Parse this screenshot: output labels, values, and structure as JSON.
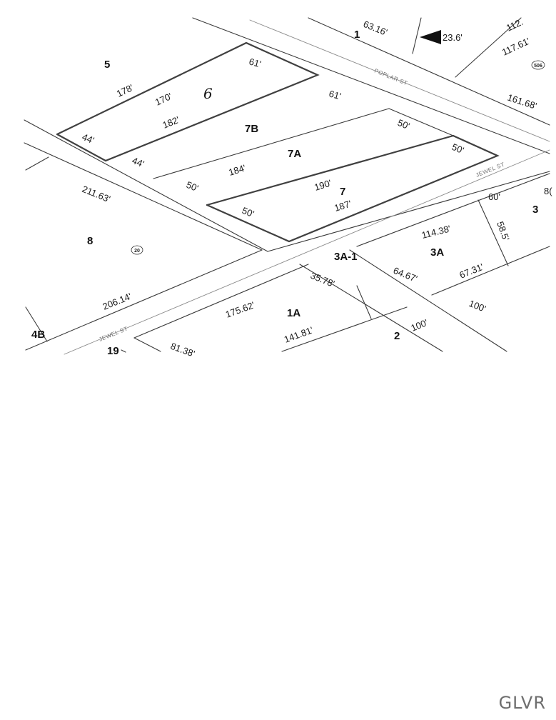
{
  "streets": {
    "poplar": "POPLAR ST",
    "jewel_upper": "JEWEL ST",
    "jewel_lower": "JEWEL ST"
  },
  "lots": {
    "l1": "1",
    "l1a": "1A",
    "l2": "2",
    "l3": "3",
    "l3a": "3A",
    "l3a1": "3A-1",
    "l4b": "4B",
    "l5": "5",
    "l6": "6",
    "l7": "7",
    "l7a": "7A",
    "l7b": "7B",
    "l8": "8",
    "l19": "19"
  },
  "dimensions": {
    "d63_16": "63.16'",
    "d23_6": "23.6'",
    "d112": "112.",
    "d117_61": "117.61'",
    "d161_68": "161.68'",
    "d61_top": "61'",
    "d61_mid": "61'",
    "d178": "178'",
    "d170": "170'",
    "d182": "182'",
    "d44_a": "44'",
    "d44_b": "44'",
    "d50_a": "50'",
    "d50_b": "50'",
    "d184": "184'",
    "d50_c": "50'",
    "d190": "190'",
    "d187": "187'",
    "d50_d": "50'",
    "d211_63": "211.63'",
    "d206_14": "206.14'",
    "d60": "60'",
    "d8x": "8(",
    "d58_5": "58.5'",
    "d114_38": "114.38'",
    "d64_67": "64.67'",
    "d67_31": "67.31'",
    "d35_78": "35.78'",
    "d175_62": "175.62'",
    "d141_81": "141.81'",
    "d100_a": "100'",
    "d100_b": "100'",
    "d81_38": "81.38'"
  },
  "tags": {
    "t506": "506",
    "t20": "20"
  },
  "watermark": "GLVR"
}
